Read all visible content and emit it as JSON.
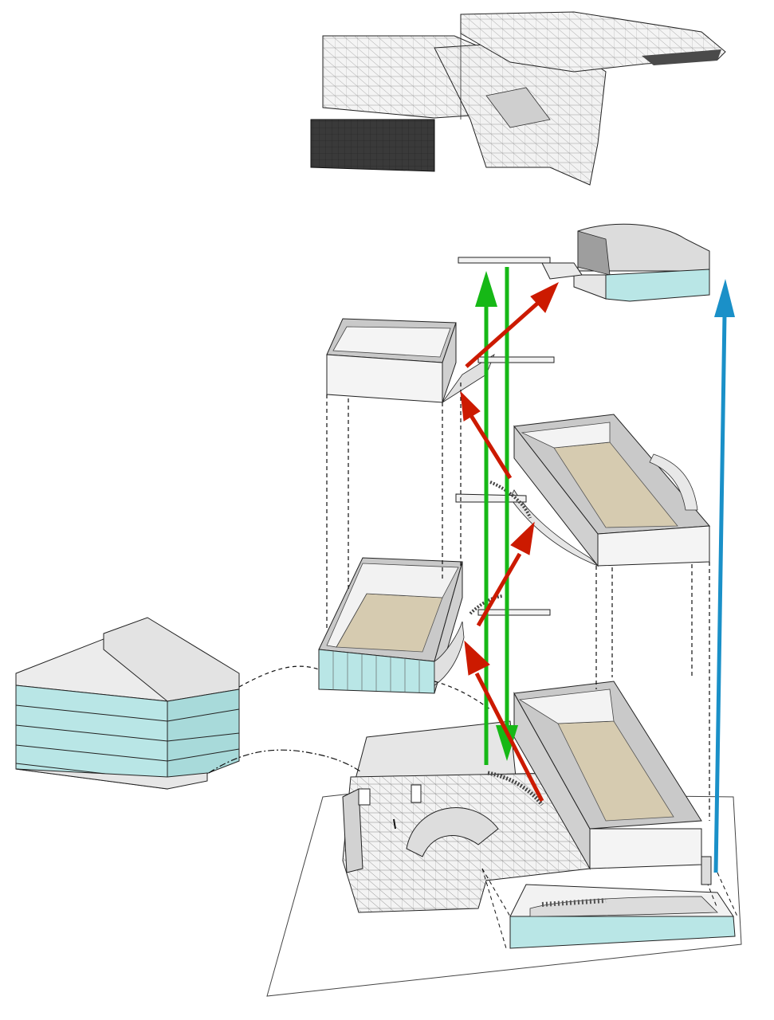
{
  "diagram": {
    "kind": "exploded-axonometric",
    "colors": {
      "background": "#ffffff",
      "line": "#1a1a1a",
      "wall": "#e8e8e8",
      "wall_side": "#cfcfcf",
      "roof": "#f2f2f2",
      "floor": "#d6cbb0",
      "glass": "#b9e6e6",
      "dark_face": "#3a3a3a",
      "green_arrow": "#16b816",
      "red_arrow": "#cc1a00",
      "blue_arrow": "#1a90c8"
    },
    "elements": [
      "mesh-roof-canopy",
      "top-volume-glazed",
      "upper-box-left",
      "upper-box-right",
      "middle-box-left-glazed",
      "lower-box-right",
      "side-building-glazed",
      "ground-plan-mesh",
      "basement-glazed",
      "site-boundary"
    ],
    "arrows": {
      "green": "vertical-circulation",
      "red": "ramp-route",
      "blue": "direct-lift"
    }
  }
}
